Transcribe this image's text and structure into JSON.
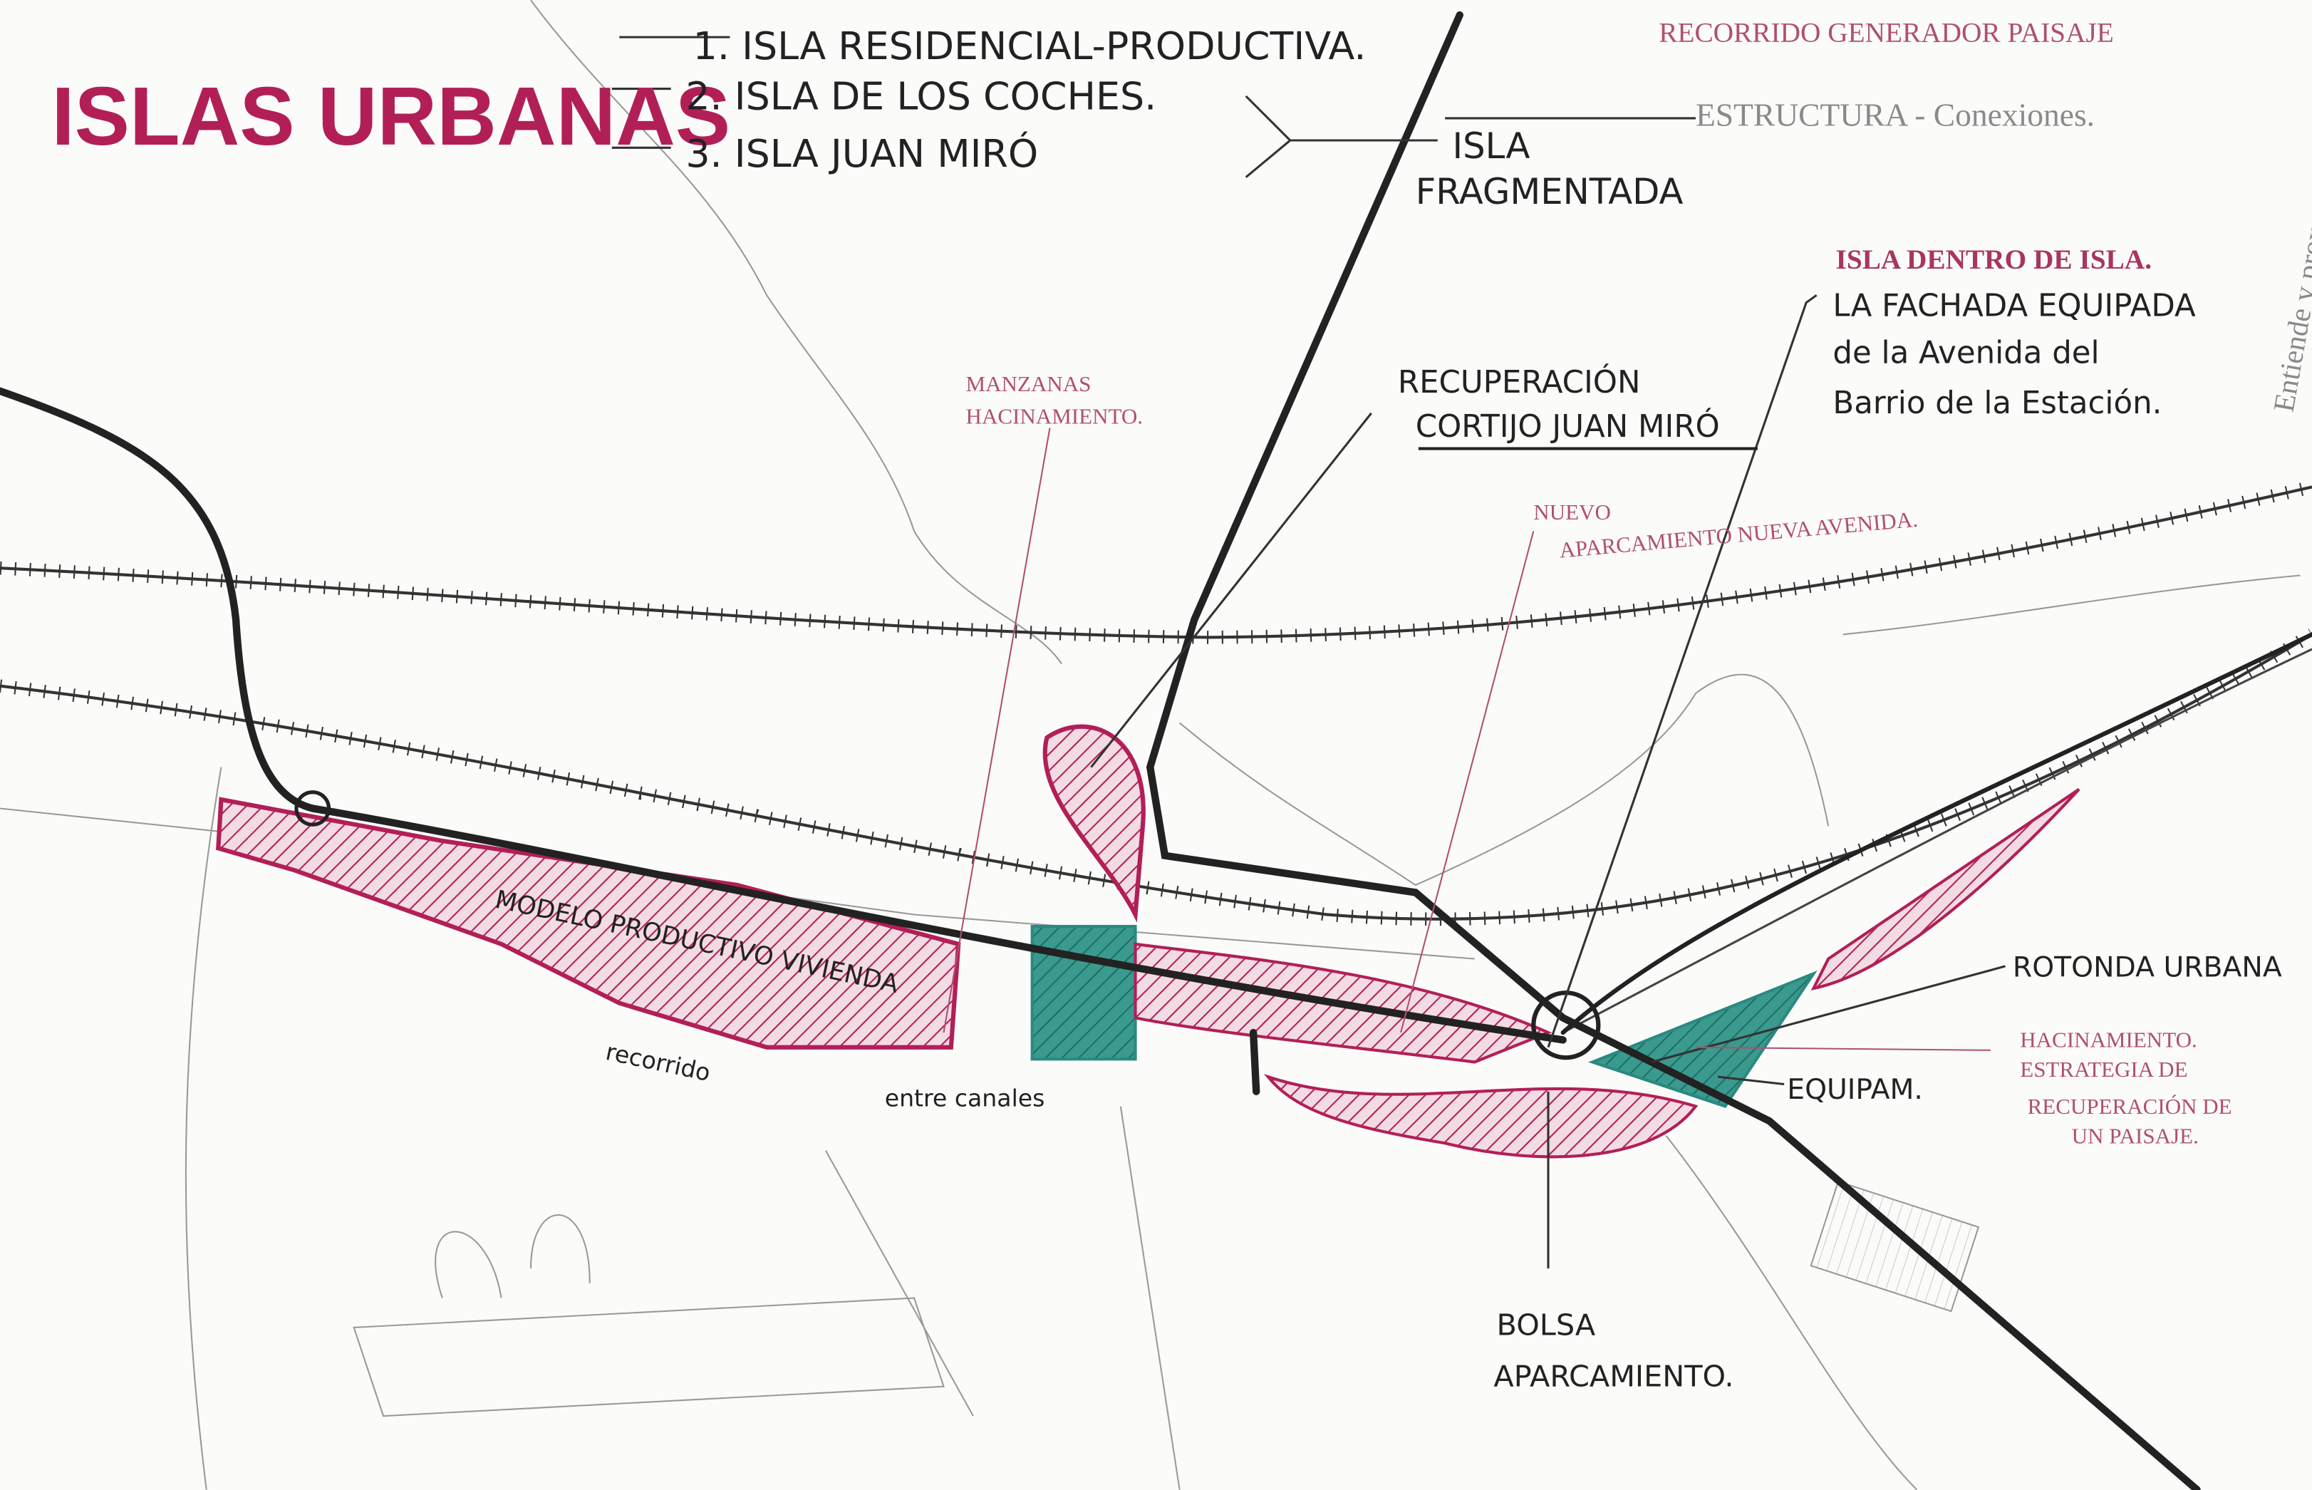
{
  "title": "ISLAS URBANAS",
  "islands_list": [
    "1. ISLA RESIDENCIAL-PRODUCTIVA.",
    "2. ISLA DE LOS COCHES.",
    "3. ISLA JUAN MIRÓ"
  ],
  "fragmented_island": [
    "ISLA",
    "FRAGMENTADA"
  ],
  "top_right_note": "RECORRIDO GENERADOR PAISAJE",
  "structure_note": "ESTRUCTURA - Conexiones.",
  "vertical_note": "Entiende y proyecta",
  "island_within": "ISLA DENTRO DE ISLA.",
  "facade_note": [
    "LA FACHADA EQUIPADA",
    "de la Avenida del",
    "Barrio de la Estación."
  ],
  "manzanas_note": [
    "MANZANAS",
    "HACINAMIENTO."
  ],
  "cortijo_note": [
    "RECUPERACIÓN",
    "CORTIJO JUAN MIRÓ"
  ],
  "parking_note": [
    "NUEVO",
    "APARCAMIENTO NUEVA AVENIDA."
  ],
  "model_label": "MODELO PRODUCTIVO VIVIENDA",
  "path_label": [
    "recorrido",
    "entre canales"
  ],
  "roundabout_label": "ROTONDA URBANA",
  "strategy_note": [
    "HACINAMIENTO.",
    "ESTRATEGIA DE",
    "RECUPERACIÓN DE",
    "UN PAISAJE."
  ],
  "equipment_label": "EQUIPAM.",
  "parking_bag_label": [
    "BOLSA",
    "APARCAMIENTO."
  ],
  "colors": {
    "magenta": "#b21f57",
    "teal": "#2a8a80",
    "ink": "#222222",
    "pencil": "#8a8a8a"
  }
}
